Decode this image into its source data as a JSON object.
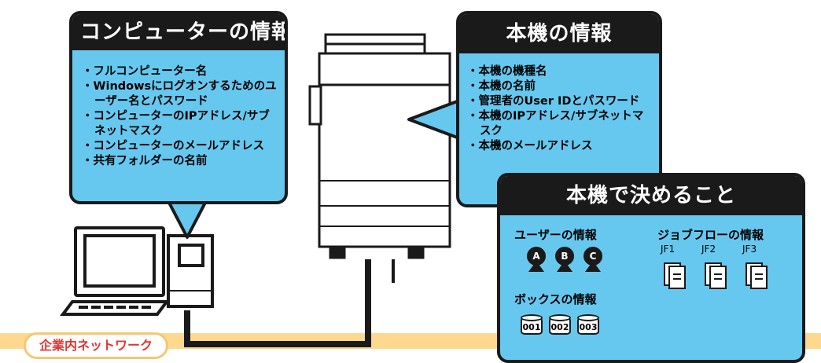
{
  "computer_panel": {
    "title": "コンピューターの情報",
    "items": [
      "フルコンピューター名",
      "Windowsにログオンするためのユーザー名とパスワード",
      "コンピューターのIPアドレス/サブネットマスク",
      "コンピューターのメールアドレス",
      "共有フォルダーの名前"
    ]
  },
  "device_panel": {
    "title": "本機の情報",
    "items": [
      "本機の機種名",
      "本機の名前",
      "管理者のUser IDとパスワード",
      "本機のIPアドレス/サブネットマスク",
      "本機のメールアドレス"
    ]
  },
  "decide_panel": {
    "title": "本機で決めること",
    "user_info": {
      "label": "ユーザーの情報",
      "badges": [
        "A",
        "B",
        "C"
      ]
    },
    "jobflow_info": {
      "label": "ジョブフローの情報",
      "flows": [
        "JF1",
        "JF2",
        "JF3"
      ]
    },
    "box_info": {
      "label": "ボックスの情報",
      "boxes": [
        "001",
        "002",
        "003"
      ]
    }
  },
  "network": {
    "label": "企業内ネットワーク"
  },
  "colors": {
    "panel_fill": "#67c8ef",
    "panel_border": "#1a1a1a",
    "network_band": "#fcd98f",
    "network_text": "#e3342f"
  }
}
